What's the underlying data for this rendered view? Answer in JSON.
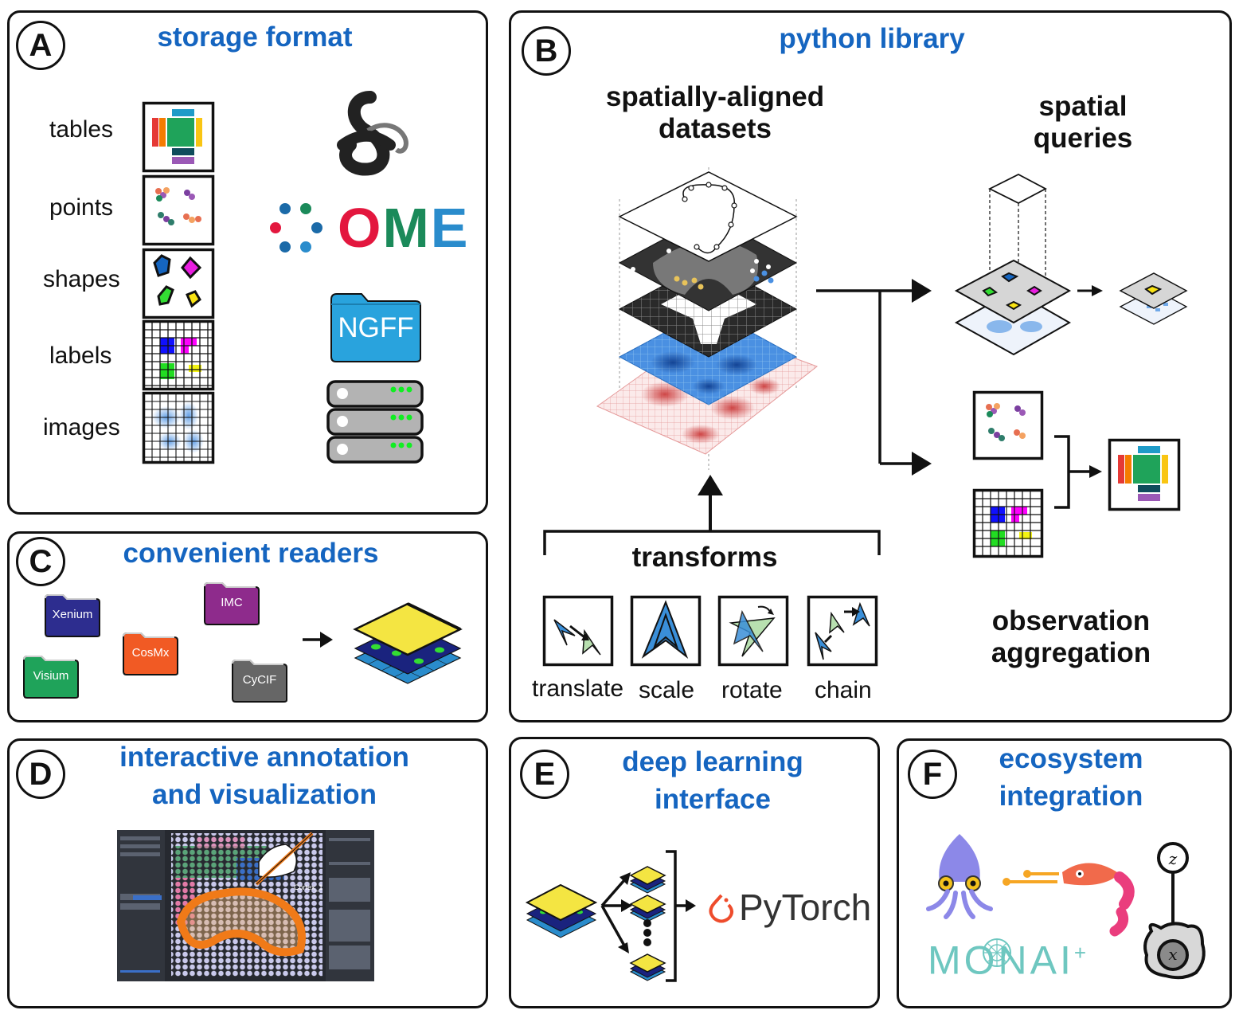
{
  "panels": {
    "A": {
      "letter": "A",
      "title": "storage format",
      "rows": [
        "tables",
        "points",
        "shapes",
        "labels",
        "images"
      ],
      "logos": {
        "ome": "OME",
        "ngff": "NGFF"
      }
    },
    "B": {
      "letter": "B",
      "title": "python library",
      "datasets": "spatially-aligned datasets",
      "queries": "spatial queries",
      "aggregation": "observation aggregation",
      "transforms": "transforms",
      "transform_items": [
        "translate",
        "scale",
        "rotate",
        "chain"
      ]
    },
    "C": {
      "letter": "C",
      "title": "convenient readers",
      "folders": [
        {
          "label": "Xenium",
          "color": "#2d2d8f"
        },
        {
          "label": "IMC",
          "color": "#8e2b8c"
        },
        {
          "label": "CosMx",
          "color": "#f15a24"
        },
        {
          "label": "Visium",
          "color": "#1fa35a"
        },
        {
          "label": "CyCIF",
          "color": "#666666"
        }
      ]
    },
    "D": {
      "letter": "D",
      "title_line1": "interactive annotation",
      "title_line2": "and visualization"
    },
    "E": {
      "letter": "E",
      "title_line1": "deep learning",
      "title_line2": "interface",
      "logo": "PyTorch"
    },
    "F": {
      "letter": "F",
      "title_line1": "ecosystem",
      "title_line2": "integration",
      "monai": "MONAI",
      "monai_sup": "+",
      "z_label": "z",
      "x_label": "x"
    }
  },
  "colors": {
    "title": "#1565c0",
    "ome_red": "#e3173e",
    "ome_green": "#1b8a5a",
    "ome_blue": "#2a8ccc",
    "ngff": "#29a3dd",
    "pytorch": "#ee4c2c"
  },
  "icons": [
    "table-icon",
    "points-icon",
    "shapes-icon",
    "labels-icon",
    "images-icon",
    "zarr-logo-icon",
    "ome-logo-icon",
    "ngff-folder-icon",
    "server-icon",
    "layer-stack-icon",
    "pytorch-flame-icon",
    "squid-icon",
    "shrimp-icon",
    "monai-icon",
    "graph-node-icon"
  ]
}
